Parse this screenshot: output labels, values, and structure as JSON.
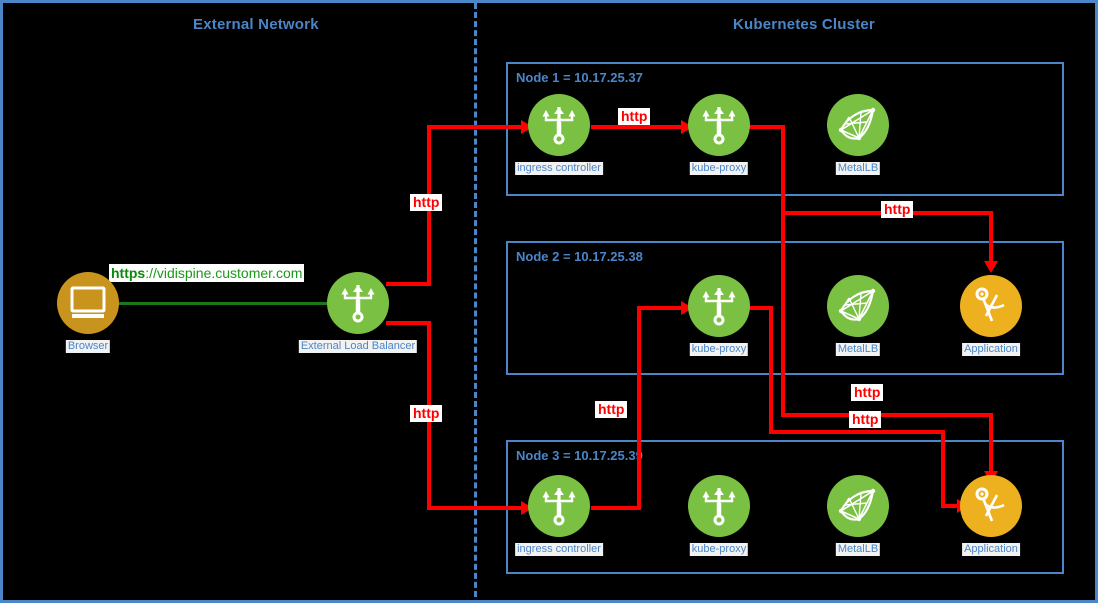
{
  "sections": {
    "external": {
      "title": "External Network"
    },
    "cluster": {
      "title": "Kubernetes Cluster"
    }
  },
  "external_network": {
    "browser": {
      "label": "Browser",
      "icon": "monitor-icon",
      "color": "#c8941e"
    },
    "load_balancer": {
      "label": "External Load Balancer",
      "icon": "proxy-icon",
      "color": "#7ac143"
    },
    "request_url": {
      "scheme": "https",
      "rest": "://vidispine.customer.com",
      "full": "https://vidispine.customer.com"
    }
  },
  "nodes": [
    {
      "title": "Node 1 = 10.17.25.37",
      "name": "Node 1",
      "ip": "10.17.25.37",
      "components": [
        {
          "label": "ingress controller",
          "icon": "proxy-icon",
          "color": "#7ac143"
        },
        {
          "label": "kube-proxy",
          "icon": "proxy-icon",
          "color": "#7ac143"
        },
        {
          "label": "MetalLB",
          "icon": "mesh-icon",
          "color": "#7ac143"
        }
      ]
    },
    {
      "title": "Node 2 = 10.17.25.38",
      "name": "Node 2",
      "ip": "10.17.25.38",
      "components": [
        {
          "label": "kube-proxy",
          "icon": "proxy-icon",
          "color": "#7ac143"
        },
        {
          "label": "MetalLB",
          "icon": "mesh-icon",
          "color": "#7ac143"
        },
        {
          "label": "Application",
          "icon": "compass-icon",
          "color": "#edb120"
        }
      ]
    },
    {
      "title": "Node 3 = 10.17.25.39",
      "name": "Node 3",
      "ip": "10.17.25.39",
      "components": [
        {
          "label": "ingress controller",
          "icon": "proxy-icon",
          "color": "#7ac143"
        },
        {
          "label": "kube-proxy",
          "icon": "proxy-icon",
          "color": "#7ac143"
        },
        {
          "label": "MetalLB",
          "icon": "mesh-icon",
          "color": "#7ac143"
        },
        {
          "label": "Application",
          "icon": "compass-icon",
          "color": "#edb120"
        }
      ]
    }
  ],
  "edge_labels": {
    "lb_to_node1": "http",
    "lb_to_node3": "http",
    "ingress1_to_kubeproxy1": "http",
    "kubeproxy1_to_app2": "http",
    "kubeproxy1_to_app3": "http",
    "kubeproxy2_to_app3": "http",
    "ingress3_to_kubeproxy2": "http"
  },
  "colors": {
    "frame": "#4a86c8",
    "title": "#4a86c8",
    "http_flow": "#ff0000",
    "https_flow": "#1a7a1a",
    "node_green": "#7ac143",
    "app_amber": "#edb120",
    "browser_gold": "#c8941e",
    "background": "#000000"
  }
}
